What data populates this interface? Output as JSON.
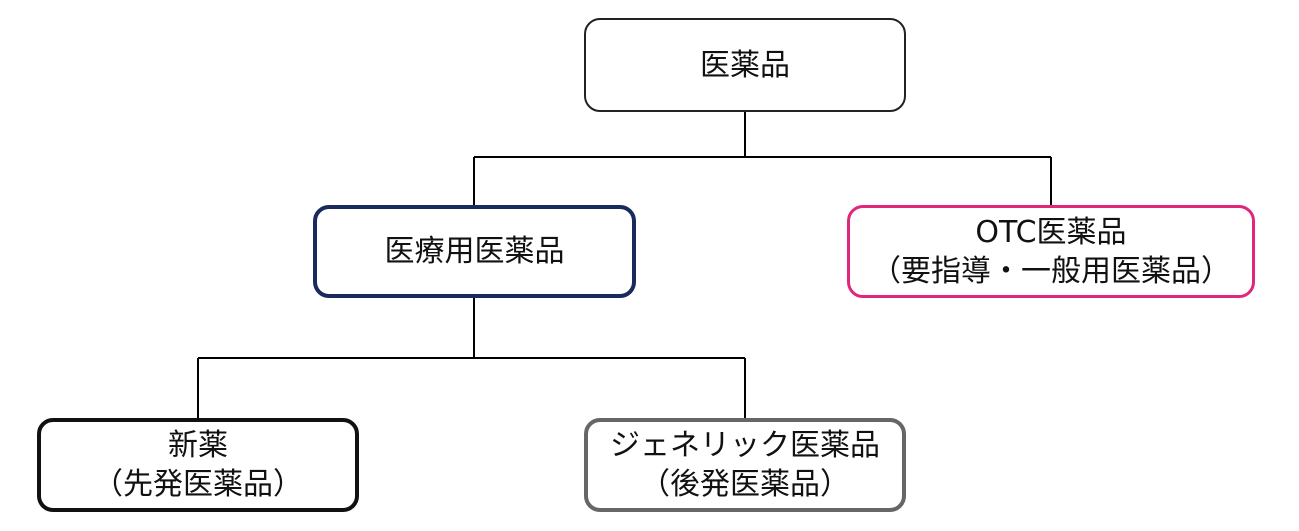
{
  "diagram": {
    "root": {
      "label": "医薬品",
      "border_color": "#222222"
    },
    "prescription": {
      "label": "医療用医薬品",
      "border_color": "#1b2a5c"
    },
    "otc": {
      "label": "OTC医薬品",
      "sublabel": "（要指導・一般用医薬品）",
      "border_color": "#e0287a"
    },
    "new_drug": {
      "label": "新薬",
      "sublabel": "（先発医薬品）",
      "border_color": "#111111"
    },
    "generic": {
      "label": "ジェネリック医薬品",
      "sublabel": "（後発医薬品）",
      "border_color": "#666666"
    },
    "connector_color": "#000000"
  }
}
